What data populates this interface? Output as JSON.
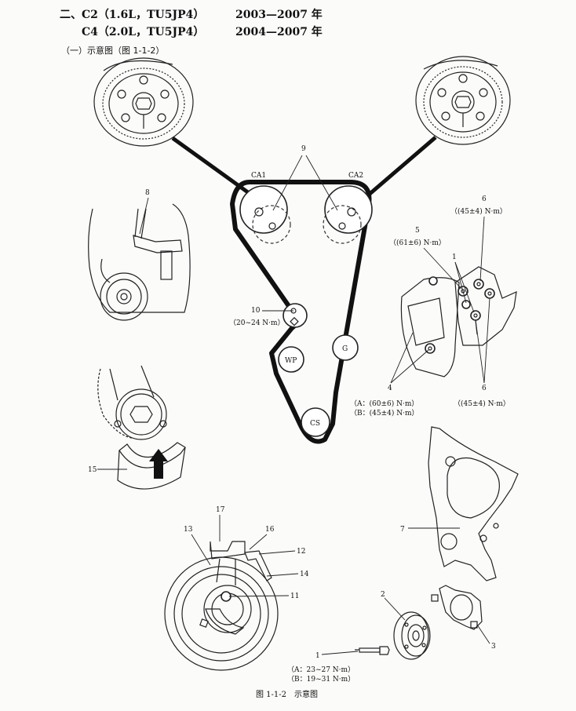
{
  "header": {
    "line1_model": "二、C2（1.6L，TU5JP4）",
    "line1_years": "2003—2007 年",
    "line2_model": "C4（2.0L，TU5JP4）",
    "line2_years": "2004—2007 年"
  },
  "section_title": "（一）示意图（图 1-1-2）",
  "pulleys": {
    "ca1": "CA1",
    "ca2": "CA2",
    "wp": "WP",
    "g": "G",
    "cs": "CS"
  },
  "callouts": {
    "n1_top": "1",
    "n1_bottom": "1",
    "n2": "2",
    "n3": "3",
    "n4": "4",
    "n5": "5",
    "n6_top": "6",
    "n6_bottom": "6",
    "n7": "7",
    "n8": "8",
    "n9": "9",
    "n10": "10",
    "n11": "11",
    "n12": "12",
    "n13": "13",
    "n14": "14",
    "n15": "15",
    "n16": "16",
    "n17": "17"
  },
  "torques": {
    "t10": "（20~24 N·m）",
    "t5": "（(61±6) N·m）",
    "t6_top": "（(45±4) N·m）",
    "t6_bottom": "（(45±4) N·m）",
    "t4_a": "（A：(60±6) N·m）",
    "t4_b": "（B：(45±4) N·m）",
    "t1_a": "（A：23~27 N·m）",
    "t1_b": "（B：19~31 N·m）"
  },
  "caption": "图 1-1-2　示意图"
}
